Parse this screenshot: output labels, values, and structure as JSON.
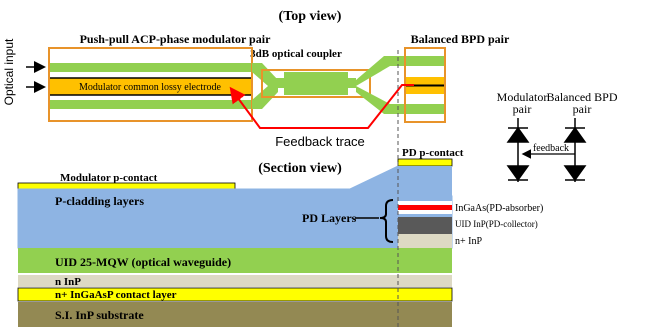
{
  "top_view": {
    "title": "(Top view)",
    "optical_input": "Optical input",
    "modulator_pair_label": "Push-pull ACP-phase modulator pair",
    "electrode_label": "Modulator common lossy electrode",
    "coupler_label": "3dB optical coupler",
    "bpd_pair_label": "Balanced BPD pair",
    "feedback_label": "Feedback trace"
  },
  "circuit": {
    "modulator_label_line1": "Modulator",
    "modulator_label_line2": "pair",
    "bpd_label_line1": "Balanced BPD",
    "bpd_label_line2": "pair",
    "feedback_label": "feedback"
  },
  "section_view": {
    "title": "(Section view)",
    "modulator_contact": "Modulator p-contact",
    "pd_contact": "PD p-contact",
    "p_cladding": "P-cladding layers",
    "pd_layers": "PD Layers",
    "ingaas": "InGaAs(PD-absorber)",
    "uid_inp": "UID InP(PD-collector)",
    "n_inp_pd": "n+ InP",
    "mqw": "UID 25-MQW (optical waveguide)",
    "n_inp": "n  InP",
    "contact_layer": "n+ InGaAsP contact layer",
    "substrate": "S.I. InP substrate"
  },
  "colors": {
    "orange": "#e8932a",
    "green": "#92d050",
    "yellow": "#ffff00",
    "cladding_blue": "#8eb4e3",
    "substrate": "#938953",
    "red": "#ff0000"
  }
}
